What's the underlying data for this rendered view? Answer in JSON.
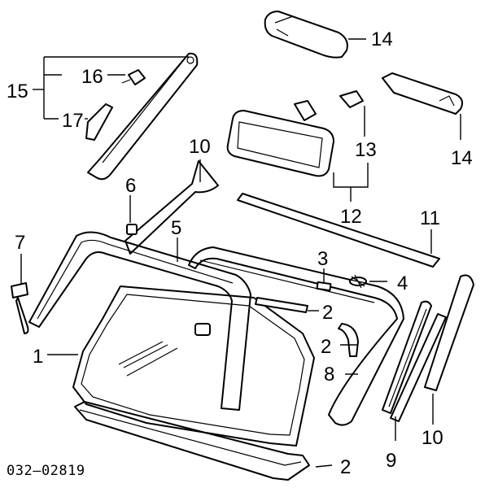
{
  "diagram": {
    "reference_code": "032–02819",
    "callouts": [
      {
        "id": "c1",
        "label": "1"
      },
      {
        "id": "c2a",
        "label": "2"
      },
      {
        "id": "c2b",
        "label": "2"
      },
      {
        "id": "c2c",
        "label": "2"
      },
      {
        "id": "c3",
        "label": "3"
      },
      {
        "id": "c4",
        "label": "4"
      },
      {
        "id": "c5",
        "label": "5"
      },
      {
        "id": "c6",
        "label": "6"
      },
      {
        "id": "c7",
        "label": "7"
      },
      {
        "id": "c8",
        "label": "8"
      },
      {
        "id": "c9",
        "label": "9"
      },
      {
        "id": "c10a",
        "label": "10"
      },
      {
        "id": "c10b",
        "label": "10"
      },
      {
        "id": "c11",
        "label": "11"
      },
      {
        "id": "c12",
        "label": "12"
      },
      {
        "id": "c13",
        "label": "13"
      },
      {
        "id": "c14a",
        "label": "14"
      },
      {
        "id": "c14b",
        "label": "14"
      },
      {
        "id": "c15",
        "label": "15"
      },
      {
        "id": "c16",
        "label": "16"
      },
      {
        "id": "c17",
        "label": "17"
      }
    ]
  }
}
